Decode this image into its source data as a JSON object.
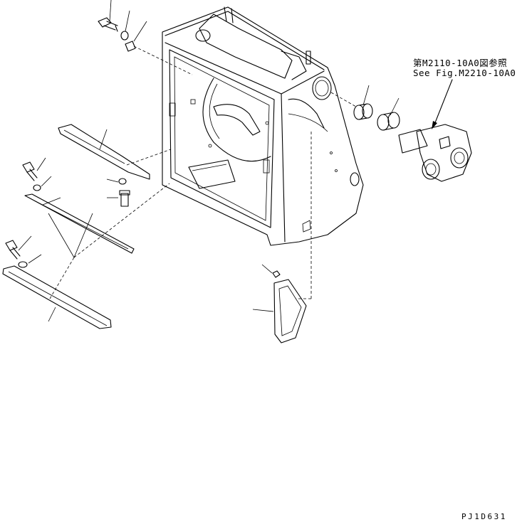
{
  "references": {
    "japanese": "第M2110-10A0図参照",
    "english": "See Fig.M2210-10A0"
  },
  "drawing_code": "PJ1D631",
  "colors": {
    "line": "#000000",
    "background": "#ffffff"
  }
}
